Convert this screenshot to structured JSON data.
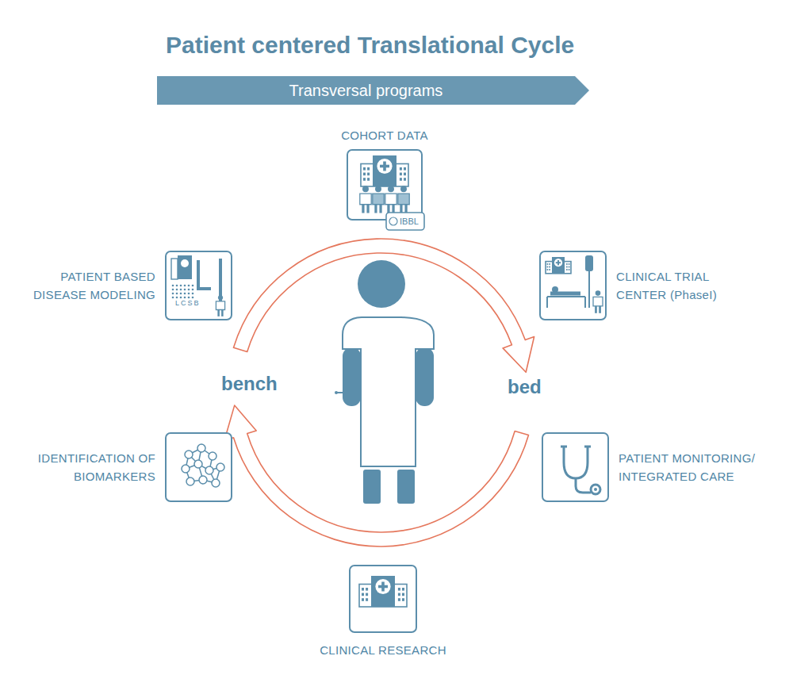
{
  "diagram": {
    "title": "Patient centered Translational Cycle",
    "nodes": [
      {
        "text": [
          "Transversal programs"
        ]
      },
      {
        "text": [
          "COHORT DATA"
        ]
      },
      {
        "text": [
          "PATIENT BASED DISEASE MODELING"
        ]
      },
      {
        "text": [
          "CLINICAL TRIAL CENTER (PhaseI)"
        ]
      },
      {
        "text": [
          "IDENTIFICATION OF BIOMARKERS"
        ]
      },
      {
        "text": [
          "PATIENT MONITORING/ INTEGRATED CARE"
        ]
      },
      {
        "text": [
          "CLINICAL RESEARCH"
        ]
      }
    ],
    "labels": [
      "IBBL",
      "LCSB",
      "bench",
      "bed"
    ]
  }
}
